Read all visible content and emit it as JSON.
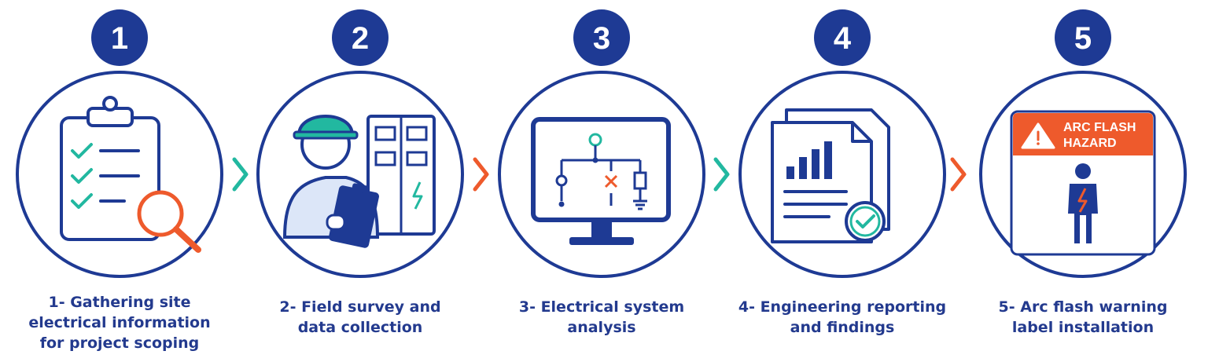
{
  "colors": {
    "navy": "#1e3a94",
    "teal": "#22b8a0",
    "orange": "#ee5a2c",
    "light_blue": "#dce6f8",
    "text": "#233a8e"
  },
  "steps": [
    {
      "number": "1",
      "caption_lines": [
        "1- Gathering site",
        "electrical information",
        "for project scoping"
      ],
      "icon": "clipboard-checklist-magnifier-icon"
    },
    {
      "number": "2",
      "caption_lines": [
        "2- Field survey and",
        "data collection"
      ],
      "icon": "engineer-with-clipboard-icon"
    },
    {
      "number": "3",
      "caption_lines": [
        "3- Electrical system",
        "analysis"
      ],
      "icon": "monitor-circuit-diagram-icon"
    },
    {
      "number": "4",
      "caption_lines": [
        "4- Engineering reporting",
        "and findings"
      ],
      "icon": "report-chart-checkmark-icon"
    },
    {
      "number": "5",
      "caption_lines": [
        "5- Arc flash warning",
        "label installation"
      ],
      "icon": "arc-flash-warning-label-icon",
      "label_text_lines": [
        "ARC FLASH",
        "HAZARD"
      ]
    }
  ],
  "arrows": [
    {
      "color": "teal"
    },
    {
      "color": "orange"
    },
    {
      "color": "teal"
    },
    {
      "color": "orange"
    }
  ]
}
